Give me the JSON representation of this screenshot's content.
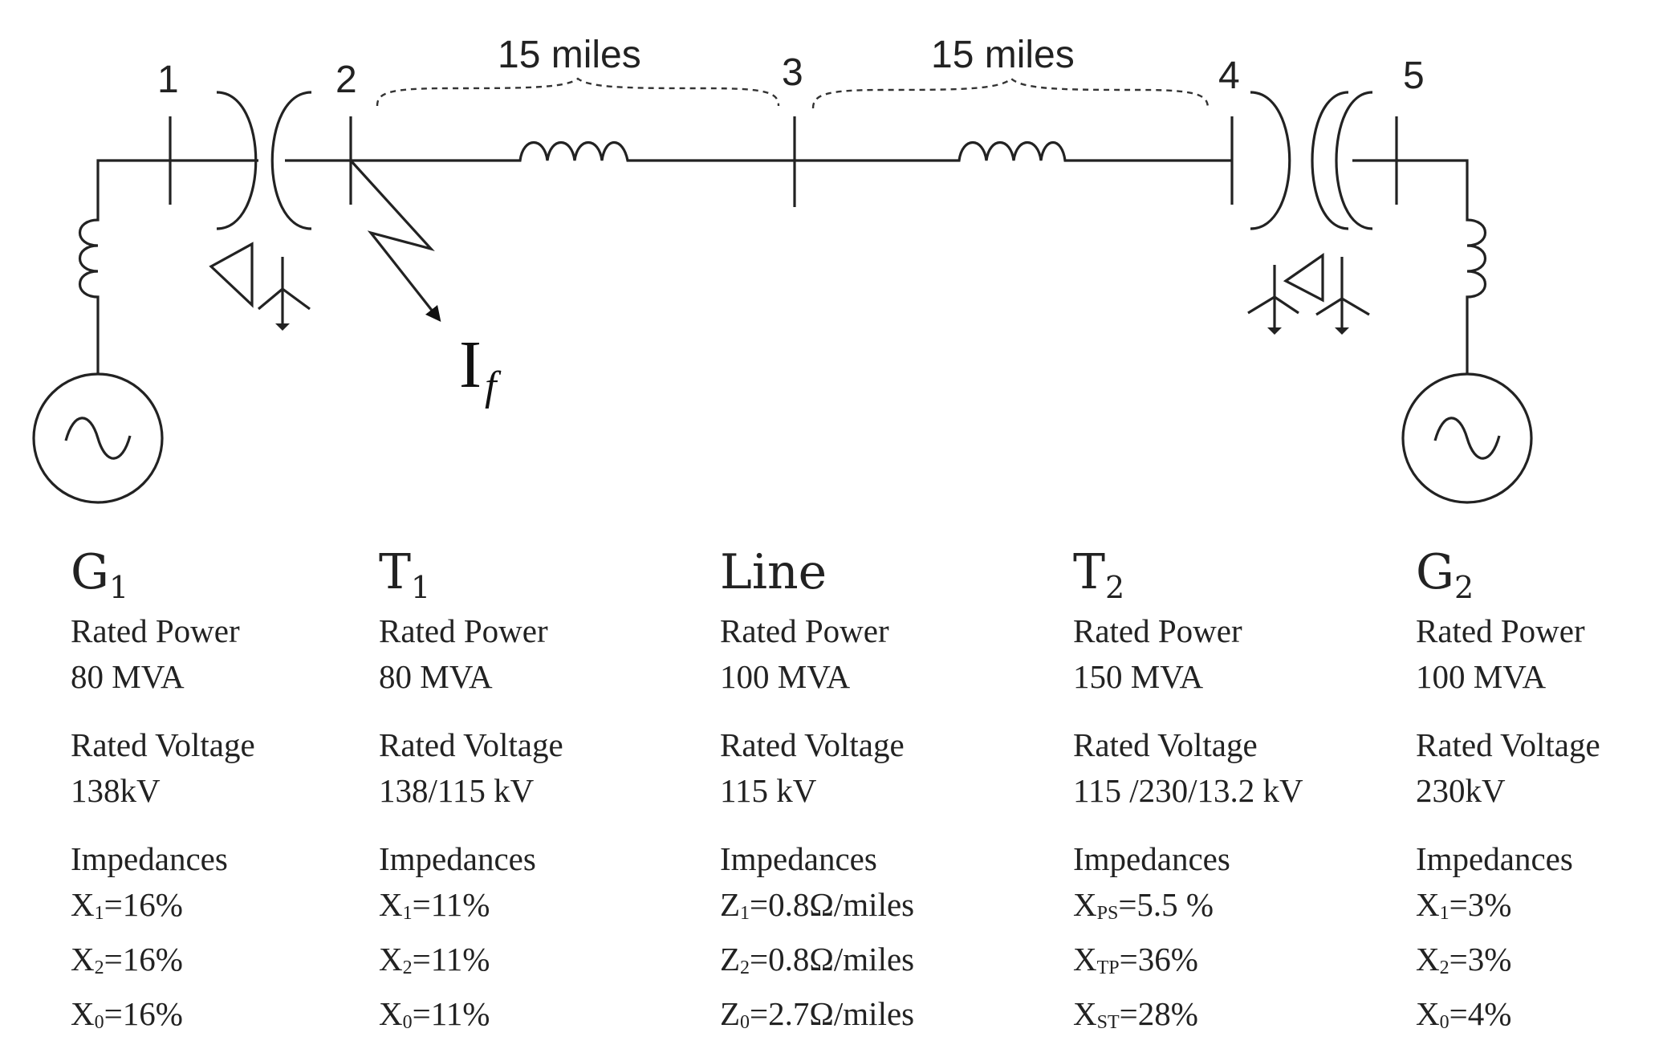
{
  "buses": [
    "1",
    "2",
    "3",
    "4",
    "5"
  ],
  "segments": [
    "15 miles",
    "15 miles"
  ],
  "fault": {
    "main": "I",
    "sub": "f"
  },
  "components": [
    {
      "name": "G",
      "name_sub": "1",
      "power_label": "Rated Power",
      "power": "80 MVA",
      "voltage_label": "Rated Voltage",
      "voltage": "138kV",
      "imp_label": "Impedances",
      "imps": [
        {
          "sym": "X",
          "sub": "1",
          "val": "=16%"
        },
        {
          "sym": "X",
          "sub": "2",
          "val": "=16%"
        },
        {
          "sym": "X",
          "sub": "0",
          "val": "=16%"
        }
      ]
    },
    {
      "name": "T",
      "name_sub": "1",
      "power_label": "Rated Power",
      "power": "80 MVA",
      "voltage_label": "Rated Voltage",
      "voltage": "138/115 kV",
      "imp_label": "Impedances",
      "imps": [
        {
          "sym": "X",
          "sub": "1",
          "val": "=11%"
        },
        {
          "sym": "X",
          "sub": "2",
          "val": "=11%"
        },
        {
          "sym": "X",
          "sub": "0",
          "val": "=11%"
        }
      ]
    },
    {
      "name": "Line",
      "name_sub": "",
      "power_label": "Rated Power",
      "power": "100 MVA",
      "voltage_label": "Rated Voltage",
      "voltage": "115 kV",
      "imp_label": "Impedances",
      "imps": [
        {
          "sym": "Z",
          "sub": "1",
          "val": "=0.8Ω/miles"
        },
        {
          "sym": "Z",
          "sub": "2",
          "val": "=0.8Ω/miles"
        },
        {
          "sym": "Z",
          "sub": "0",
          "val": "=2.7Ω/miles"
        }
      ]
    },
    {
      "name": "T",
      "name_sub": "2",
      "power_label": "Rated Power",
      "power": "150 MVA",
      "voltage_label": "Rated Voltage",
      "voltage": "115 /230/13.2 kV",
      "imp_label": "Impedances",
      "imps": [
        {
          "sym": "X",
          "sub": "PS",
          "val": "=5.5 %"
        },
        {
          "sym": "X",
          "sub": "TP",
          "val": "=36%"
        },
        {
          "sym": "X",
          "sub": "ST",
          "val": "=28%"
        }
      ]
    },
    {
      "name": "G",
      "name_sub": "2",
      "power_label": "Rated Power",
      "power": "100 MVA",
      "voltage_label": "Rated Voltage",
      "voltage": "230kV",
      "imp_label": "Impedances",
      "imps": [
        {
          "sym": "X",
          "sub": "1",
          "val": "=3%"
        },
        {
          "sym": "X",
          "sub": "2",
          "val": "=3%"
        },
        {
          "sym": "X",
          "sub": "0",
          "val": "=4%"
        }
      ]
    }
  ]
}
